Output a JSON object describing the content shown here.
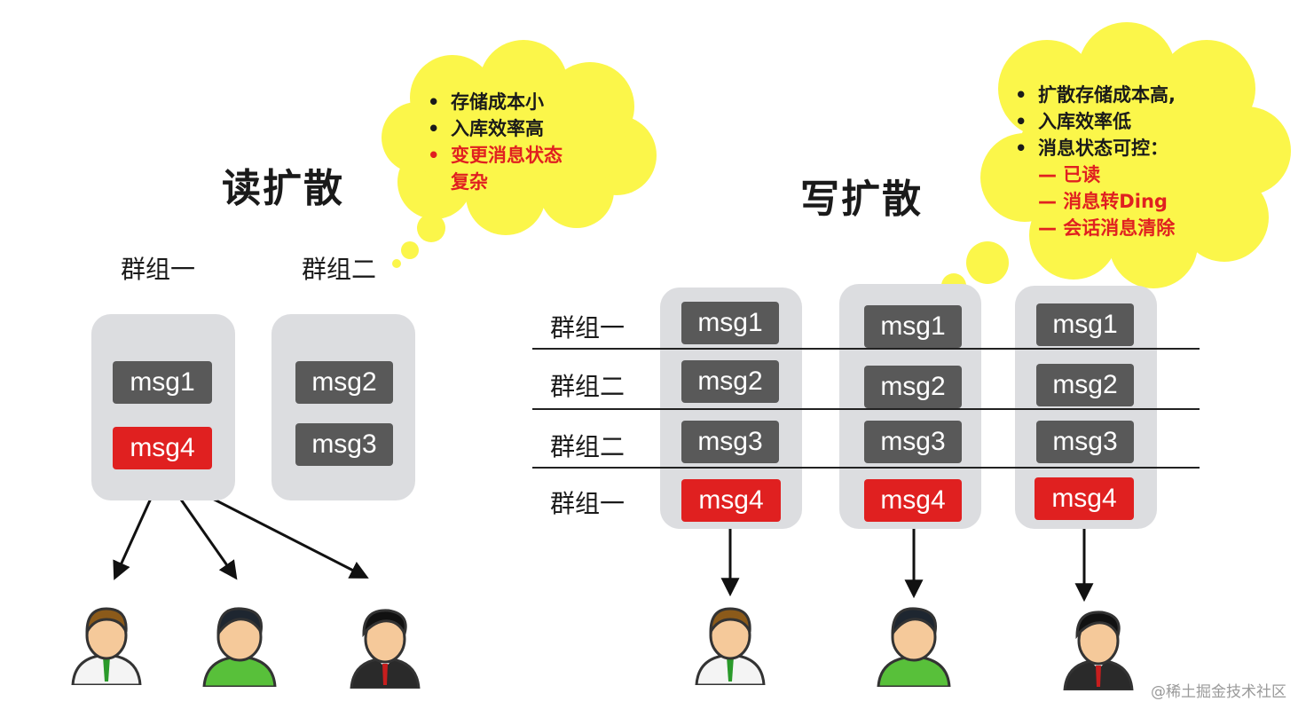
{
  "read": {
    "title": "读扩散",
    "group1_label": "群组一",
    "group2_label": "群组二",
    "bubble": {
      "items": [
        "存储成本小",
        "入库效率高"
      ],
      "red_line1": "变更消息状态",
      "red_line2": "复杂"
    },
    "group1_msgs": [
      {
        "text": "msg1",
        "color": "#595959"
      },
      {
        "text": "msg4",
        "color": "#e02020"
      }
    ],
    "group2_msgs": [
      {
        "text": "msg2",
        "color": "#595959"
      },
      {
        "text": "msg3",
        "color": "#595959"
      }
    ]
  },
  "write": {
    "title": "写扩散",
    "row_labels": [
      "群组一",
      "群组二",
      "群组二",
      "群组一"
    ],
    "bubble": {
      "items": [
        "扩散存储成本高,",
        "入库效率低",
        "消息状态可控："
      ],
      "red_items": [
        "— 已读",
        "— 消息转Ding",
        "— 会话消息清除"
      ]
    },
    "columns": [
      {
        "msgs": [
          "msg1",
          "msg2",
          "msg3",
          "msg4"
        ]
      },
      {
        "msgs": [
          "msg1",
          "msg2",
          "msg3",
          "msg4"
        ]
      },
      {
        "msgs": [
          "msg1",
          "msg2",
          "msg3",
          "msg4"
        ]
      }
    ]
  },
  "colors": {
    "msg_gray": "#595959",
    "msg_red": "#e02020",
    "box_gray": "#dcdde0",
    "bubble_yellow": "#fbf64a"
  },
  "users": [
    "user-green-tie-icon",
    "user-green-shirt-icon",
    "user-red-tie-icon"
  ],
  "watermark": "@稀土掘金技术社区"
}
